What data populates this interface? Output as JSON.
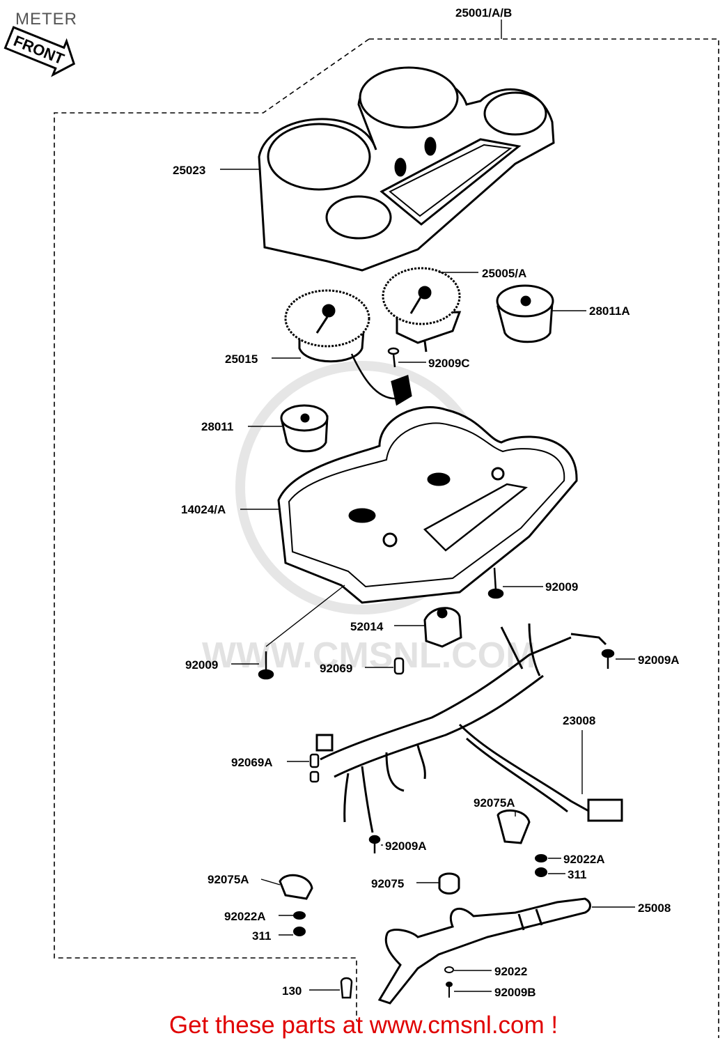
{
  "title": "METER",
  "front_label": "FRONT",
  "watermark": "WWW.CMSNL.COM",
  "footer": "Get these parts at www.cmsnl.com !",
  "colors": {
    "line": "#000000",
    "footer": "#e00000",
    "watermark": "#e2e2e2",
    "title": "#555555"
  },
  "parts": {
    "p25001": "25001/A/B",
    "p25023": "25023",
    "p25005": "25005/A",
    "p28011a": "28011A",
    "p25015": "25015",
    "p92009c": "92009C",
    "p28011": "28011",
    "p14024": "14024/A",
    "p92009_r": "92009",
    "p52014": "52014",
    "p92009_l": "92009",
    "p92069": "92069",
    "p92009a_r": "92009A",
    "p23008": "23008",
    "p92069a": "92069A",
    "p92075a_r": "92075A",
    "p92009a_b": "92009A",
    "p92022a_r": "92022A",
    "p311_r": "311",
    "p92075a_l": "92075A",
    "p92075": "92075",
    "p25008": "25008",
    "p92022a_l": "92022A",
    "p311_l": "311",
    "p92022": "92022",
    "p130": "130",
    "p92009b": "92009B"
  }
}
